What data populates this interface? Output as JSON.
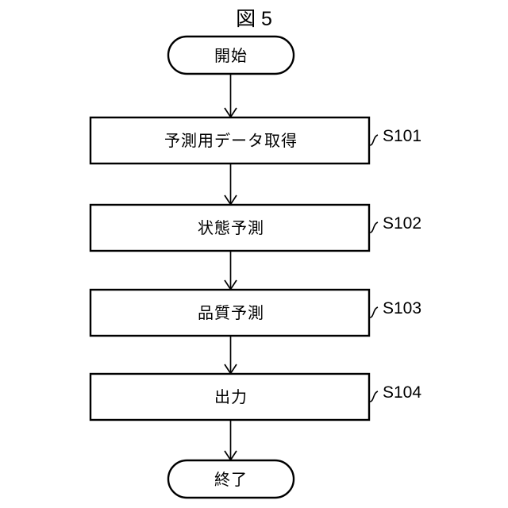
{
  "figure": {
    "title": "図 5",
    "background_color": "#ffffff",
    "line_color": "#000000"
  },
  "chart_data": {
    "type": "diagram",
    "diagram_kind": "flowchart",
    "title": "図 5",
    "orientation": "top-to-bottom",
    "nodes": [
      {
        "id": "start",
        "shape": "rounded-rect",
        "label": "開始",
        "step_ref": ""
      },
      {
        "id": "s101",
        "shape": "rect",
        "label": "予測用データ取得",
        "step_ref": "S101"
      },
      {
        "id": "s102",
        "shape": "rect",
        "label": "状態予測",
        "step_ref": "S102"
      },
      {
        "id": "s103",
        "shape": "rect",
        "label": "品質予測",
        "step_ref": "S103"
      },
      {
        "id": "s104",
        "shape": "rect",
        "label": "出力",
        "step_ref": "S104"
      },
      {
        "id": "end",
        "shape": "rounded-rect",
        "label": "終了",
        "step_ref": ""
      }
    ],
    "edges": [
      {
        "from": "start",
        "to": "s101",
        "style": "arrow"
      },
      {
        "from": "s101",
        "to": "s102",
        "style": "arrow"
      },
      {
        "from": "s102",
        "to": "s103",
        "style": "arrow"
      },
      {
        "from": "s103",
        "to": "s104",
        "style": "arrow"
      },
      {
        "from": "s104",
        "to": "end",
        "style": "arrow"
      }
    ]
  },
  "nodes": {
    "start": {
      "label": "開始"
    },
    "step1": {
      "label": "予測用データ取得",
      "ref": "S101"
    },
    "step2": {
      "label": "状態予測",
      "ref": "S102"
    },
    "step3": {
      "label": "品質予測",
      "ref": "S103"
    },
    "step4": {
      "label": "出力",
      "ref": "S104"
    },
    "end": {
      "label": "終了"
    }
  }
}
